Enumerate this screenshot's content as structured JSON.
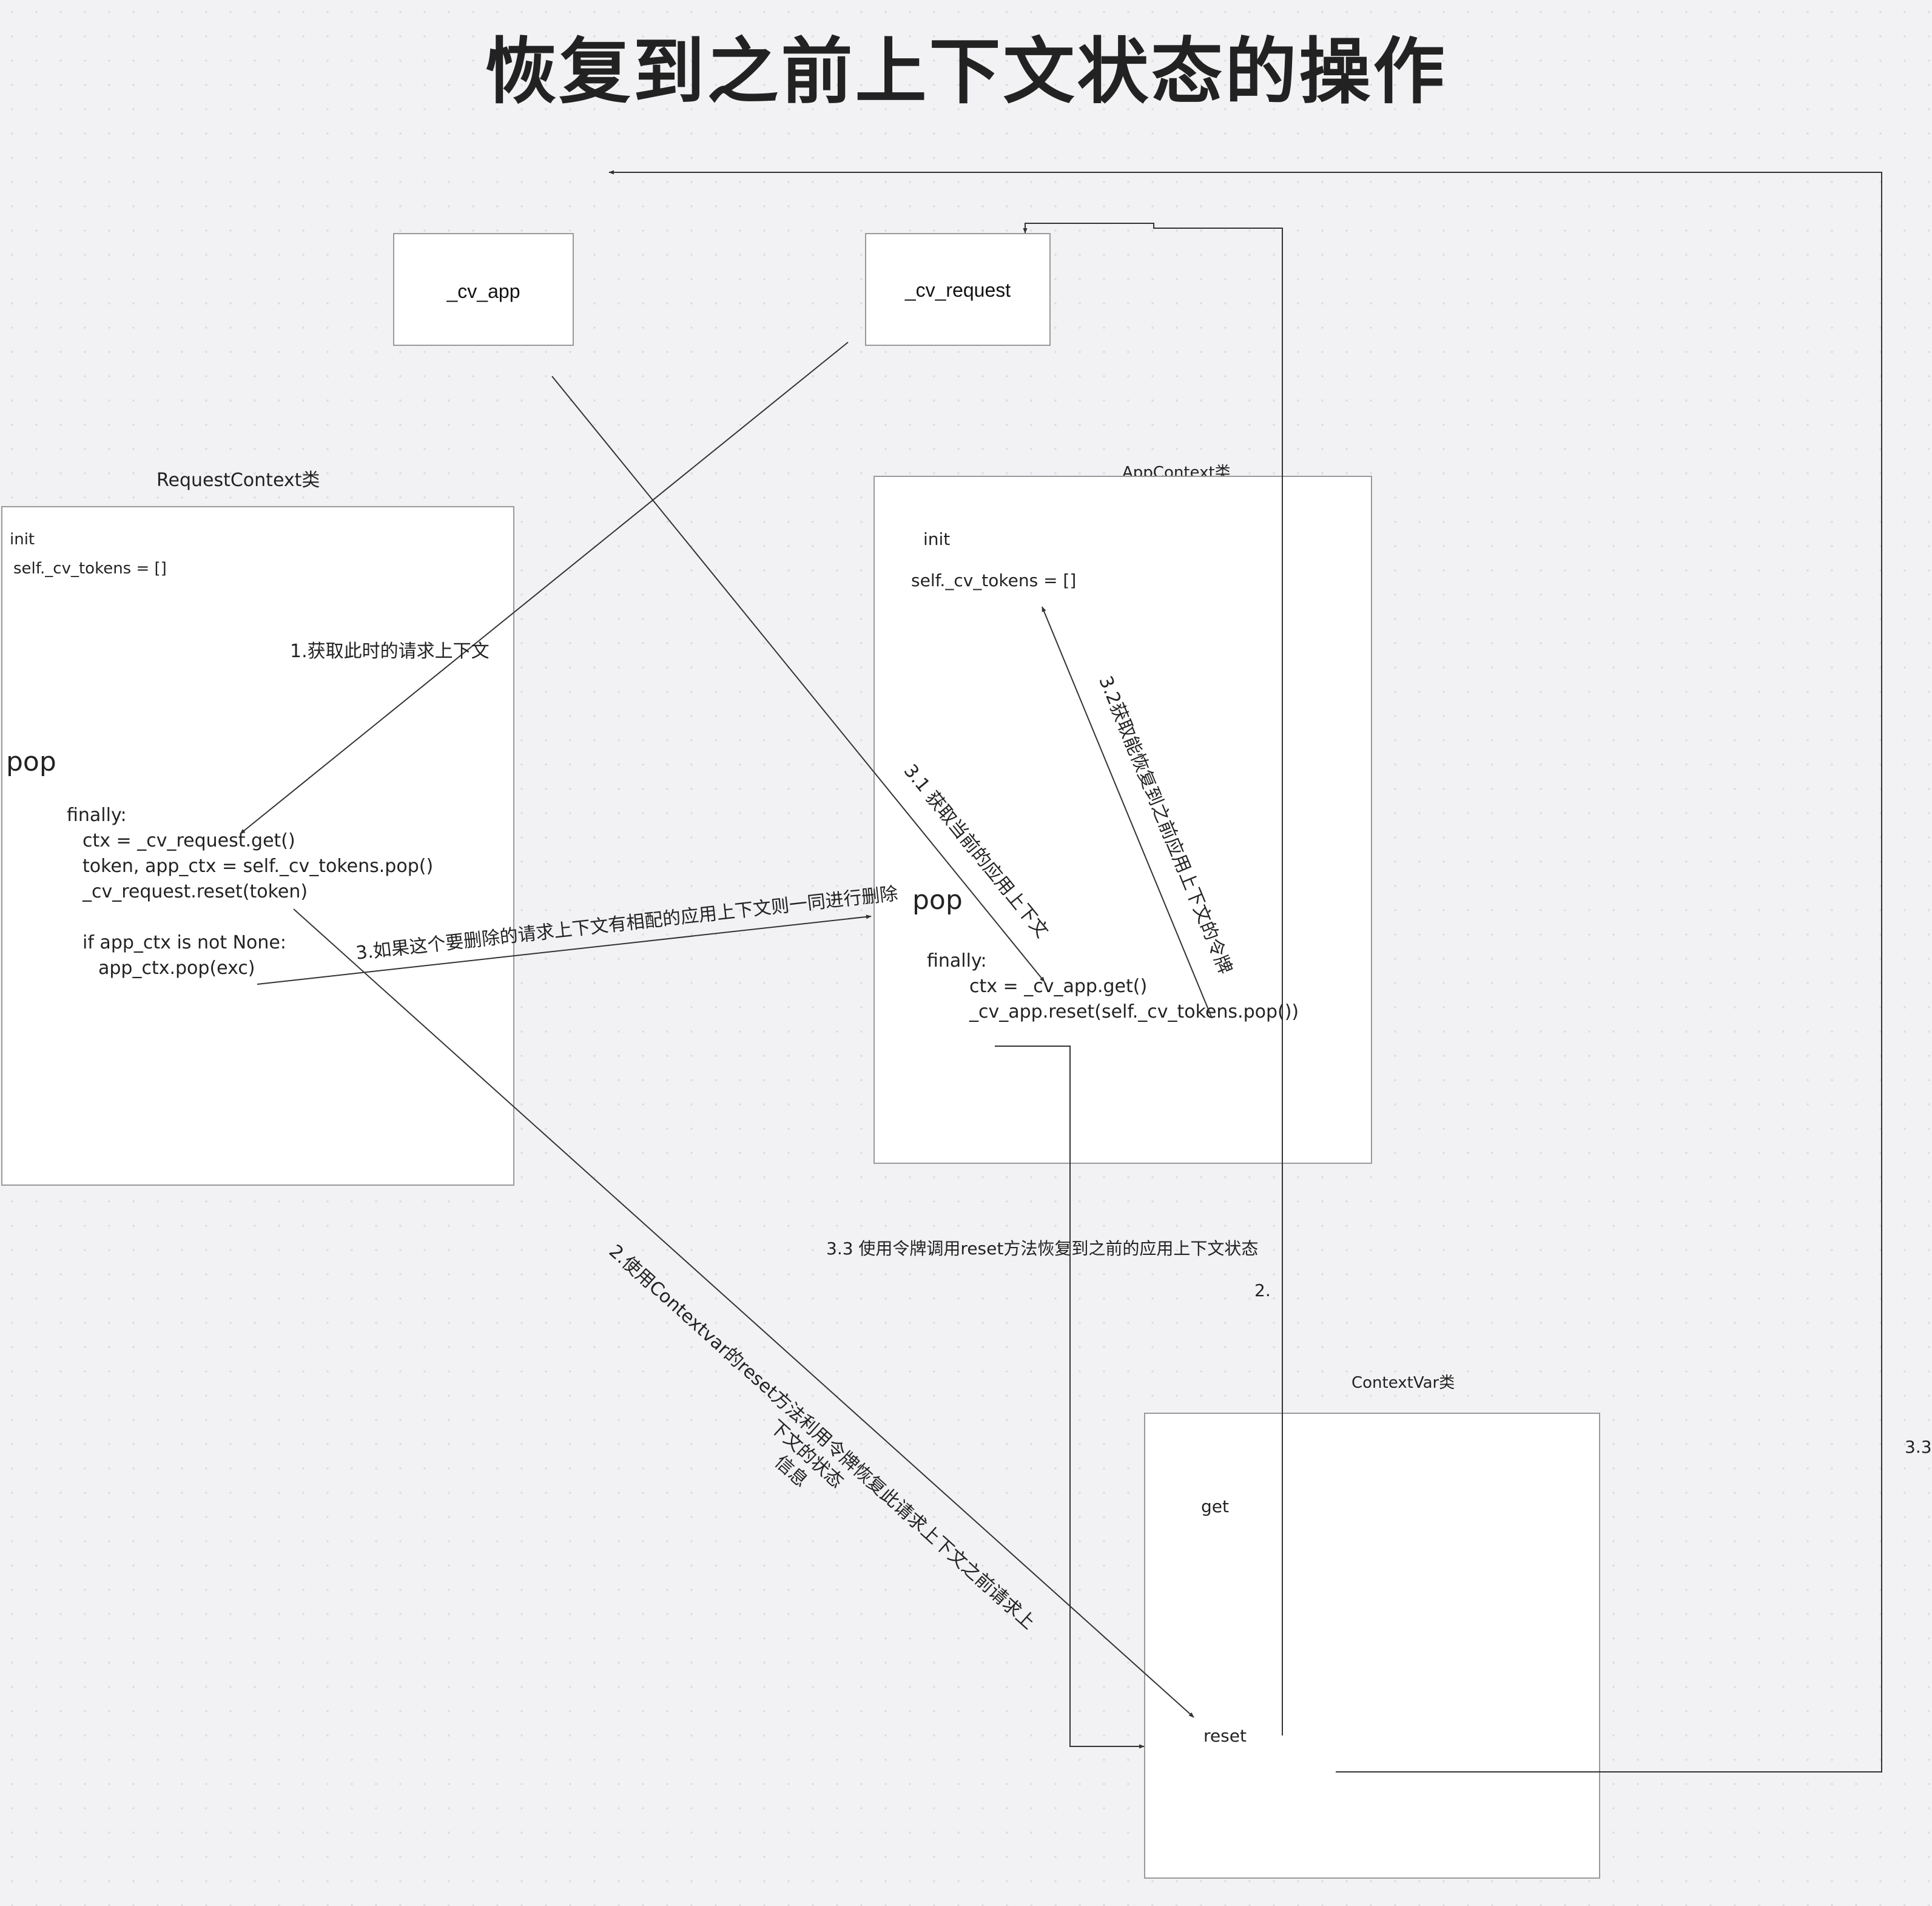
{
  "title": "恢复到之前上下文状态的操作",
  "boxes": {
    "cv_app": "_cv_app",
    "cv_request": "_cv_request"
  },
  "request_context": {
    "heading": "RequestContext类",
    "init": "init",
    "tokens": "self._cv_tokens = []",
    "pop": "pop",
    "code": [
      "finally:",
      "ctx = _cv_request.get()",
      "token, app_ctx = self._cv_tokens.pop()",
      "_cv_request.reset(token)",
      "if app_ctx is not None:",
      "app_ctx.pop(exc)"
    ]
  },
  "app_context": {
    "heading": "AppContext类",
    "init": "init",
    "tokens": "self._cv_tokens = []",
    "pop": "pop",
    "code": [
      "finally:",
      "ctx = _cv_app.get()",
      "_cv_app.reset(self._cv_tokens.pop())"
    ]
  },
  "context_var": {
    "heading": "ContextVar类",
    "get": "get",
    "reset": "reset"
  },
  "annotations": {
    "step1": "1.获取此时的请求上下文",
    "step2_line1": "2.使用Contextvar的reset方法利用令牌恢复此请求上下文之前请求上下文的状态",
    "step2_line2": "信息",
    "step2_short": "2.",
    "step3": "3.如果这个要删除的请求上下文有相配的应用上下文则一同进行删除",
    "step3_1": "3.1 获取当前的应用上下文",
    "step3_2": "3.2获取能恢复到之前应用上下文的令牌",
    "step3_3": "3.3 使用令牌调用reset方法恢复到之前的应用上下文状态",
    "step3_3_short": "3.3"
  },
  "colors": {
    "background": "#f2f2f4",
    "box_fill": "#ffffff",
    "box_border": "#999999",
    "line": "#333333"
  }
}
